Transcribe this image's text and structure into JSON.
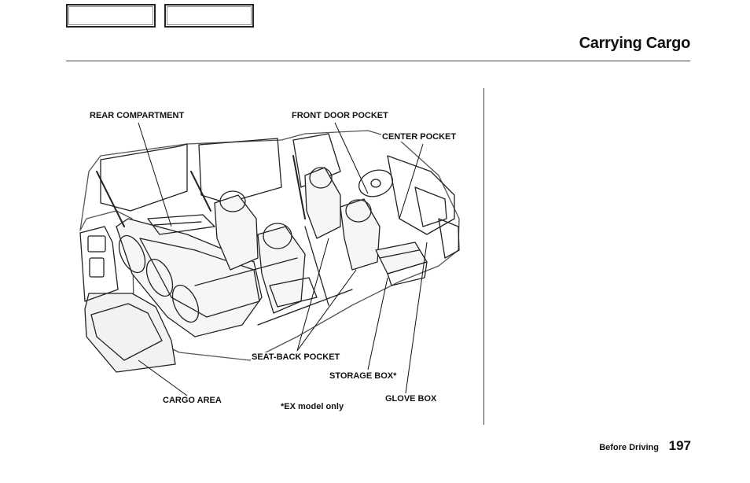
{
  "header": {
    "title": "Carrying Cargo"
  },
  "illustration": {
    "labels": {
      "rear_compartment": "REAR COMPARTMENT",
      "front_door_pocket": "FRONT DOOR POCKET",
      "center_pocket": "CENTER POCKET",
      "seat_back_pocket": "SEAT-BACK POCKET",
      "storage_box": "STORAGE BOX*",
      "cargo_area": "CARGO AREA",
      "glove_box": "GLOVE BOX",
      "ex_note": "*EX model only"
    }
  },
  "footer": {
    "section": "Before Driving",
    "page_number": "197"
  }
}
